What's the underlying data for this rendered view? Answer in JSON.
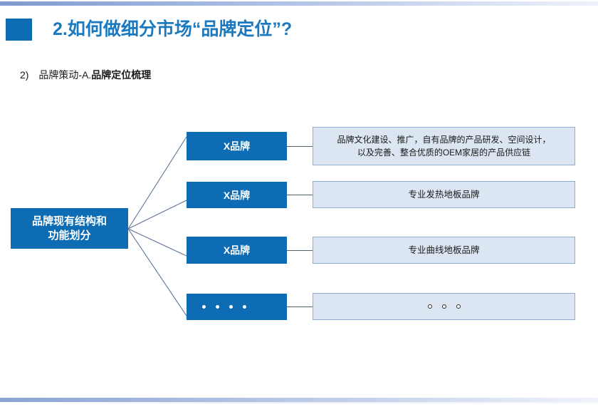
{
  "slide": {
    "title": "2.如何做细分市场“品牌定位”?",
    "subtitle_number": "2)",
    "subtitle_regular": "品牌策动-A.",
    "subtitle_bold": "品牌定位梳理"
  },
  "colors": {
    "brand_blue": "#0d6cb3",
    "title_blue": "#1a79bf",
    "desc_fill": "#dce6f2",
    "desc_border": "#8fadd0",
    "connector": "#52636e",
    "fan_line": "#5b7596"
  },
  "diagram": {
    "root": {
      "label": "品牌现有结构和\n功能划分",
      "line1": "品牌现有结构和",
      "line2": "功能划分"
    },
    "branches": [
      {
        "brand_label": "X品牌",
        "description": "品牌文化建设、推广，自有品牌的产品研发、空间设计，\n以及完善、整合优质的OEM家居的产品供应链",
        "description_line1": "品牌文化建设、推广，自有品牌的产品研发、空间设计，",
        "description_line2": "以及完善、整合优质的OEM家居的产品供应链",
        "is_placeholder": false
      },
      {
        "brand_label": "X品牌",
        "description": "专业发热地板品牌",
        "is_placeholder": false
      },
      {
        "brand_label": "X品牌",
        "description": "专业曲线地板品牌",
        "is_placeholder": false
      },
      {
        "brand_label": "",
        "description": "",
        "is_placeholder": true,
        "brand_dot_count": 4,
        "desc_dot_count": 3
      }
    ]
  }
}
